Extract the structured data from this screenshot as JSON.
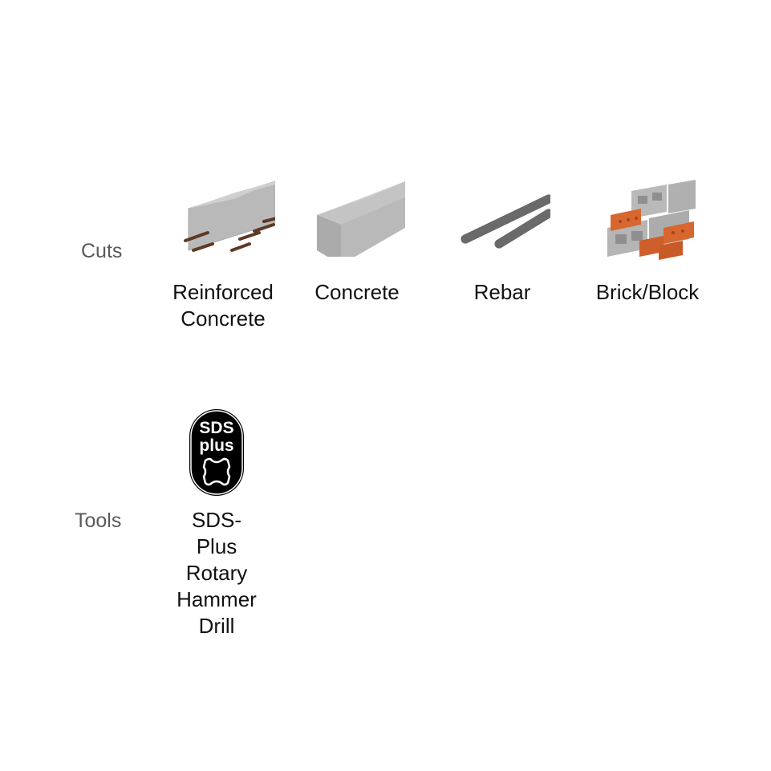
{
  "cuts": {
    "label": "Cuts",
    "items": [
      {
        "label_lines": [
          "Reinforced",
          "Concrete"
        ],
        "icon": "reinforced-concrete-icon"
      },
      {
        "label_lines": [
          "Concrete"
        ],
        "icon": "concrete-block-icon"
      },
      {
        "label_lines": [
          "Rebar"
        ],
        "icon": "rebar-icon"
      },
      {
        "label_lines": [
          "Brick/Block"
        ],
        "icon": "brick-block-icon"
      }
    ]
  },
  "tools": {
    "label": "Tools",
    "items": [
      {
        "label_lines": [
          "SDS-",
          "Plus",
          "Rotary",
          "Hammer",
          "Drill"
        ],
        "icon": "sds-plus-badge-icon",
        "badge_lines": [
          "SDS",
          "plus"
        ]
      }
    ]
  },
  "colors": {
    "concrete": "#b9b9b9",
    "rebar": "#5d3a26",
    "brick": "#d8672f",
    "badge": "#000000"
  }
}
